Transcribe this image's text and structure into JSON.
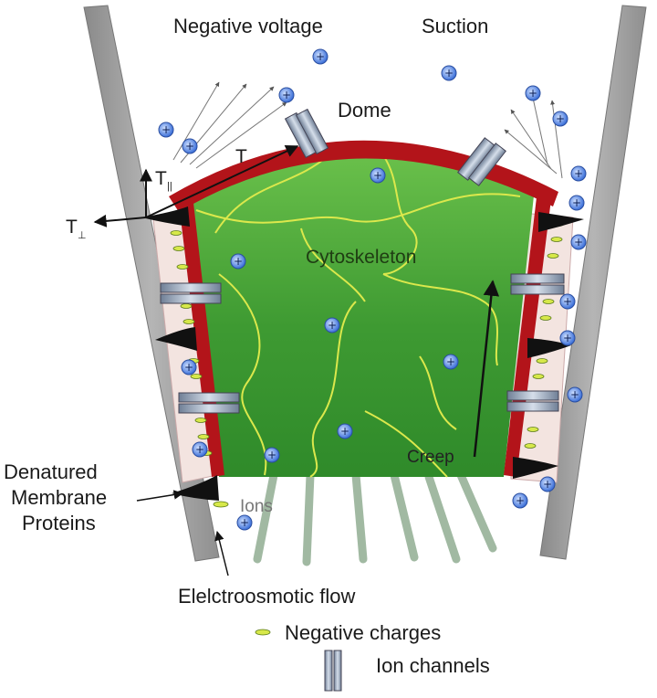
{
  "labels": {
    "negative_voltage": "Negative voltage",
    "suction": "Suction",
    "dome": "Dome",
    "tension_t": "T",
    "tension_t_parallel": "T",
    "tension_t_parallel_sub": "||",
    "tension_t_perp": "T",
    "tension_t_perp_sub": "⊥",
    "cytoskeleton": "Cytoskeleton",
    "creep": "Creep",
    "ions": "Ions",
    "denatured_line1": "Denatured",
    "denatured_line2": "Membrane",
    "denatured_line3": "Proteins",
    "electroosmotic_flow": "Elelctroosmotic flow"
  },
  "legend": {
    "negative_charges": "Negative charges",
    "ion_channels": "Ion channels"
  },
  "icons": {
    "cation": "+",
    "negative_charge": "negative-charge-icon",
    "ion_channel": "ion-channel-icon"
  },
  "colors": {
    "wall": "#9e9e9e",
    "membrane": "#b3141a",
    "cytoplasm": "#3e9a32",
    "cytoskeleton": "#d7e84a",
    "cation": "#3b6fd8",
    "channel": "#9fb0c6"
  }
}
